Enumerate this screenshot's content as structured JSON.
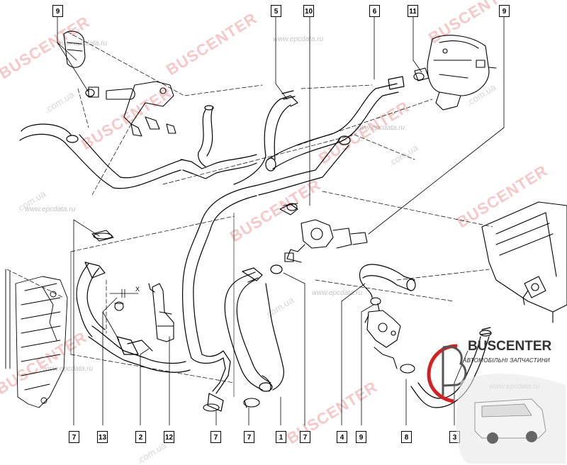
{
  "diagram": {
    "callouts": [
      {
        "id": "c-9-topleft",
        "label": "9"
      },
      {
        "id": "c-5",
        "label": "5"
      },
      {
        "id": "c-10",
        "label": "10"
      },
      {
        "id": "c-6",
        "label": "6"
      },
      {
        "id": "c-11",
        "label": "11"
      },
      {
        "id": "c-9-topright",
        "label": "9"
      },
      {
        "id": "c-7-a",
        "label": "7"
      },
      {
        "id": "c-13",
        "label": "13"
      },
      {
        "id": "c-2",
        "label": "2"
      },
      {
        "id": "c-12",
        "label": "12"
      },
      {
        "id": "c-7-b",
        "label": "7"
      },
      {
        "id": "c-7-c",
        "label": "7"
      },
      {
        "id": "c-1",
        "label": "1"
      },
      {
        "id": "c-7-d",
        "label": "7"
      },
      {
        "id": "c-4",
        "label": "4"
      },
      {
        "id": "c-9-bottom",
        "label": "9"
      },
      {
        "id": "c-8",
        "label": "8"
      },
      {
        "id": "c-3",
        "label": "3"
      }
    ],
    "dimension_label": "X"
  },
  "watermarks": {
    "brand": "BUSCENTER",
    "site_ua": "BUSCENTER.com.ua",
    "site_ru": "www.epcdata.ru",
    "domain_ua": ".com.ua"
  },
  "logo": {
    "title": "BUSCENTER",
    "subtitle": "АВТОМОБІЛЬНІ ЗАПЧАСТИНИ"
  },
  "colors": {
    "line": "#000000",
    "watermark": "#e63a3a",
    "logo_red": "#d42020"
  }
}
